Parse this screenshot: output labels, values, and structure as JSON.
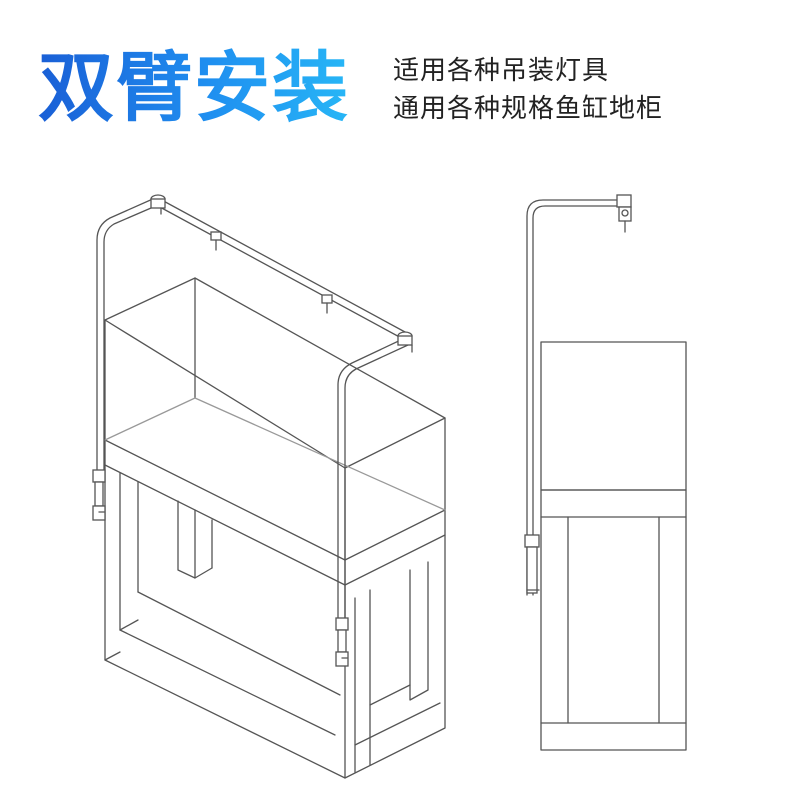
{
  "header": {
    "title": "双臂安装",
    "subtitle_lines": [
      "适用各种吊装灯具",
      "通用各种规格鱼缸地柜"
    ]
  },
  "colors": {
    "title_gradient_start": "#1a5fd6",
    "title_gradient_end": "#27b6f6",
    "subtitle_text": "#222222",
    "line_art": "#555555"
  },
  "illustrations": [
    {
      "name": "isometric-view",
      "description_visible": false
    },
    {
      "name": "side-view",
      "description_visible": false
    }
  ]
}
